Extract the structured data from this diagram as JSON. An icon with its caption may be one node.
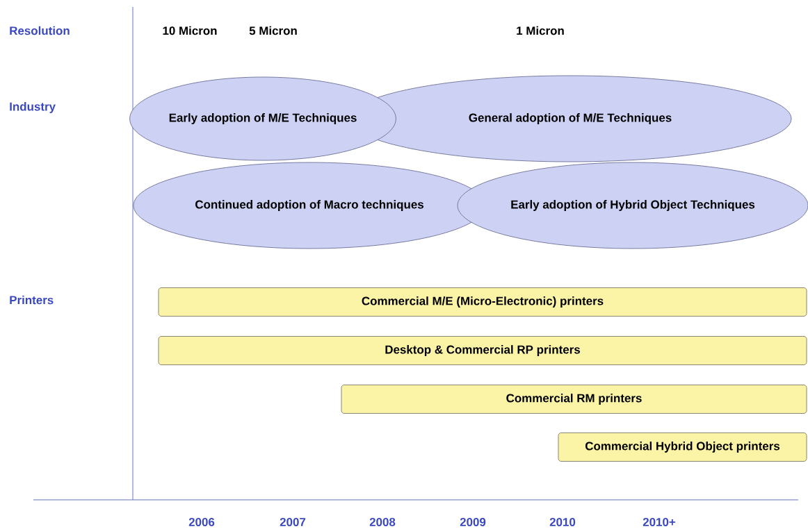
{
  "diagram": {
    "nodes": [
      {
        "text": [
          "Early adoption of M/E Techniques"
        ]
      },
      {
        "text": [
          "General adoption of M/E Techniques"
        ]
      },
      {
        "text": [
          "Continued adoption of Macro techniques"
        ]
      },
      {
        "text": [
          "Early adoption of Hybrid Object Techniques"
        ]
      },
      {
        "text": [
          "Commercial M/E (Micro-Electronic) printers"
        ]
      },
      {
        "text": [
          "Desktop & Commercial RP printers"
        ]
      },
      {
        "text": [
          "Commercial RM printers"
        ]
      },
      {
        "text": [
          "Commercial Hybrid Object printers"
        ]
      }
    ],
    "labels": [
      "Resolution",
      "10 Micron",
      "5 Micron",
      "1 Micron",
      "Industry",
      "Printers",
      "2006",
      "2007",
      "2008",
      "2009",
      "2010",
      "2010+"
    ]
  }
}
